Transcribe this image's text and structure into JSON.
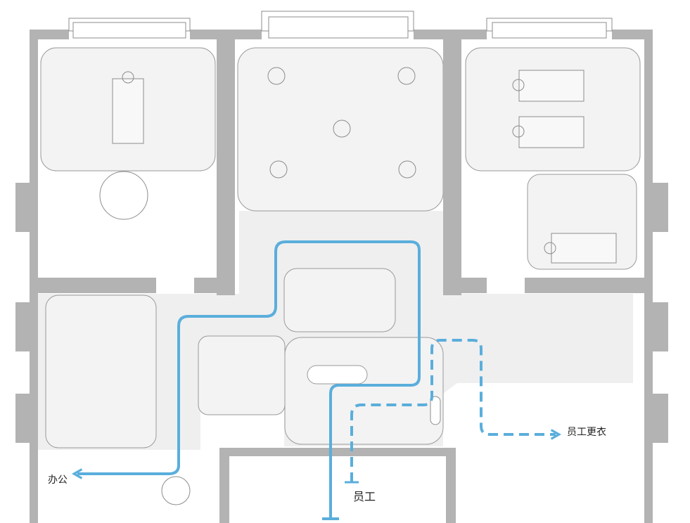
{
  "labels": {
    "office": "办公",
    "staff_changing": "员工更衣",
    "staff": "员工"
  },
  "colors": {
    "wall": "#b3b3b3",
    "floor": "#efefef",
    "line": "#9a9a9a",
    "route": "#5aaedc"
  }
}
